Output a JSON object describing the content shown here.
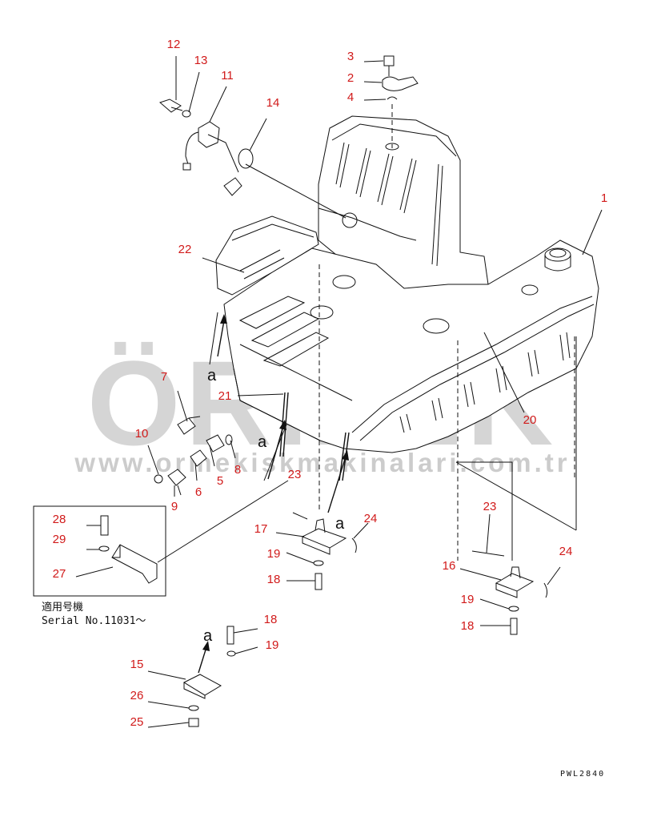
{
  "diagram": {
    "part_numbers": [
      "1",
      "2",
      "3",
      "4",
      "5",
      "6",
      "7",
      "8",
      "9",
      "10",
      "11",
      "12",
      "13",
      "14",
      "15",
      "16",
      "17",
      "18",
      "19",
      "20",
      "21",
      "22",
      "23",
      "24",
      "25",
      "26",
      "27",
      "28",
      "29"
    ],
    "callouts": [
      {
        "n": "12"
      },
      {
        "n": "13"
      },
      {
        "n": "11"
      },
      {
        "n": "14"
      },
      {
        "n": "3"
      },
      {
        "n": "2"
      },
      {
        "n": "4"
      },
      {
        "n": "1"
      },
      {
        "n": "22"
      },
      {
        "n": "7"
      },
      {
        "n": "21"
      },
      {
        "n": "20"
      },
      {
        "n": "10"
      },
      {
        "n": "5"
      },
      {
        "n": "8"
      },
      {
        "n": "6"
      },
      {
        "n": "9"
      },
      {
        "n": "23"
      },
      {
        "n": "28"
      },
      {
        "n": "29"
      },
      {
        "n": "27"
      },
      {
        "n": "17"
      },
      {
        "n": "24"
      },
      {
        "n": "19"
      },
      {
        "n": "18"
      },
      {
        "n": "23"
      },
      {
        "n": "16"
      },
      {
        "n": "24"
      },
      {
        "n": "19"
      },
      {
        "n": "18"
      },
      {
        "n": "18"
      },
      {
        "n": "19"
      },
      {
        "n": "15"
      },
      {
        "n": "26"
      },
      {
        "n": "25"
      }
    ],
    "reference_letter": "a",
    "inset_note": {
      "line1": "適用号機",
      "line2": "Serial No.11031～"
    },
    "drawing_code": "PWL2840"
  },
  "watermark": {
    "main": "ÖRMEK",
    "sub": "www.ormekiskmakinalari.com.tr"
  },
  "colors": {
    "callout": "#d11a1a",
    "line": "#111111",
    "watermark": "#9a9a9a",
    "watermark_dots": "#f2c200"
  }
}
